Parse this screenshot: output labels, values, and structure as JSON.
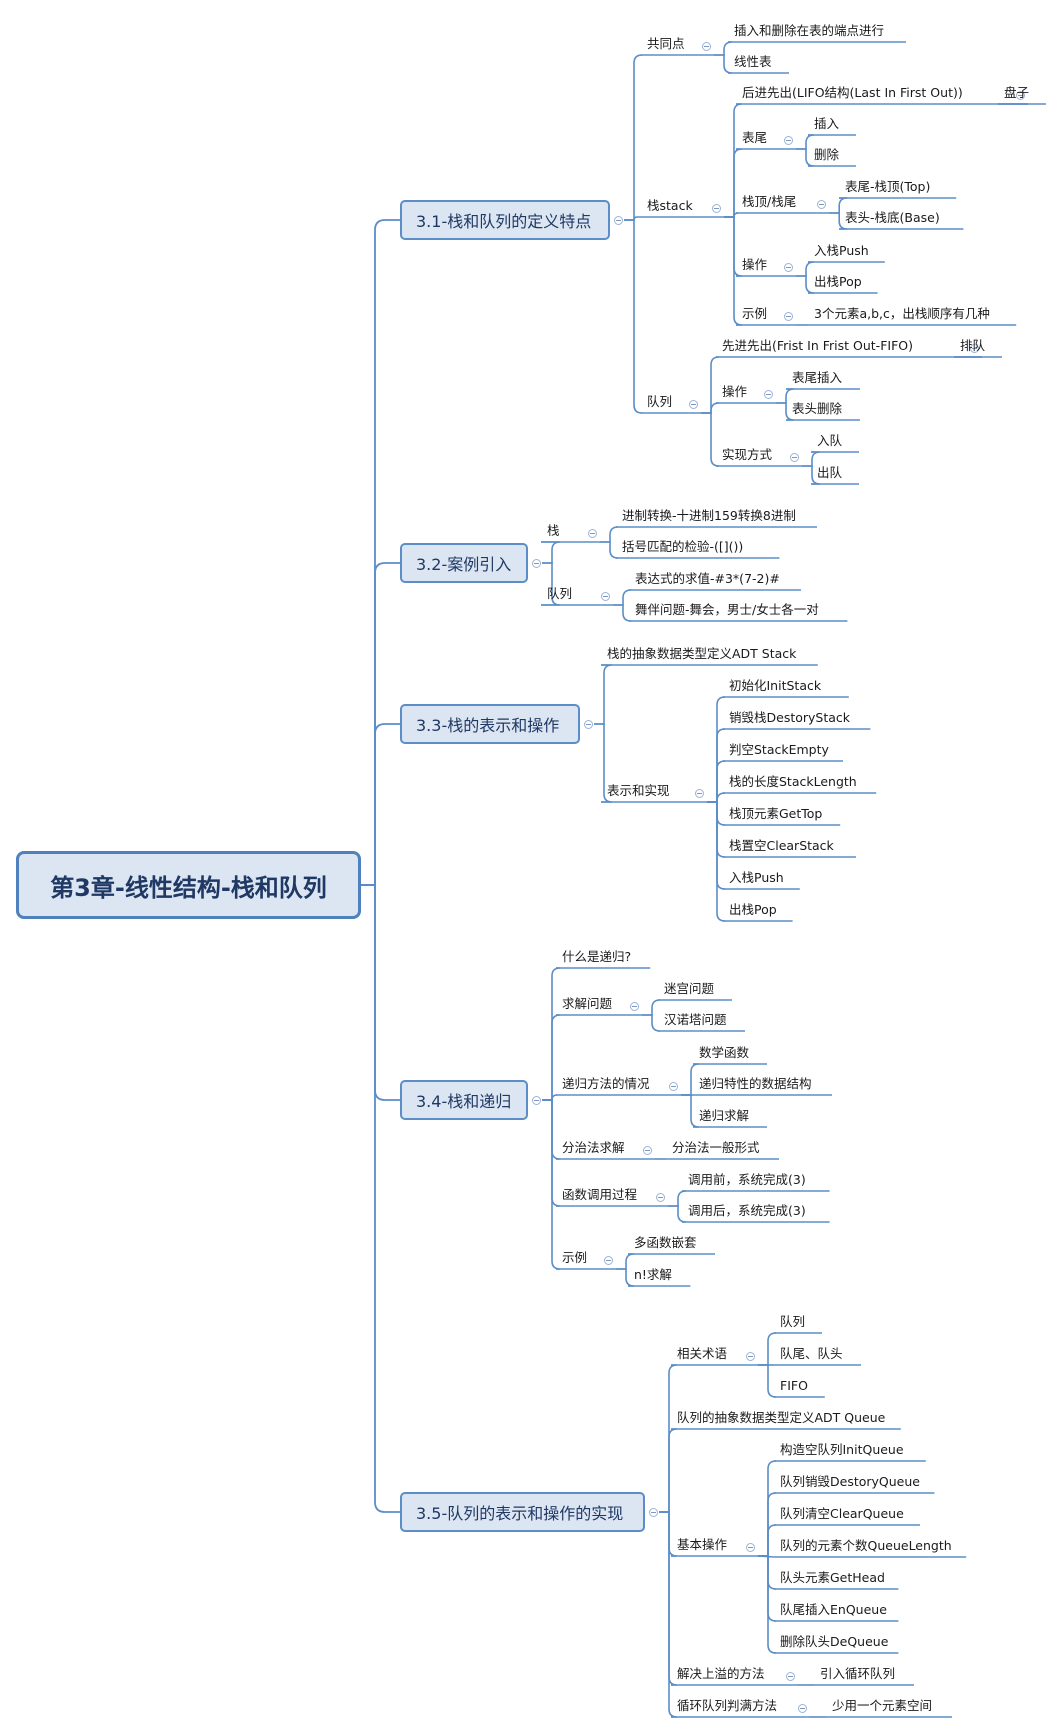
{
  "root": "第3章-线性结构-栈和队列",
  "sections": [
    {
      "label": "3.1-栈和队列的定义特点",
      "children": [
        {
          "label": "共同点",
          "children": [
            {
              "label": "插入和删除在表的端点进行"
            },
            {
              "label": "线性表"
            }
          ]
        },
        {
          "label": "栈stack",
          "children": [
            {
              "label": "后进先出(LIFO结构(Last In First Out))",
              "children": [
                {
                  "label": "盘子"
                }
              ]
            },
            {
              "label": "表尾",
              "children": [
                {
                  "label": "插入"
                },
                {
                  "label": "删除"
                }
              ]
            },
            {
              "label": "栈顶/栈尾",
              "children": [
                {
                  "label": "表尾-栈顶(Top)"
                },
                {
                  "label": "表头-栈底(Base)"
                }
              ]
            },
            {
              "label": "操作",
              "children": [
                {
                  "label": "入栈Push"
                },
                {
                  "label": "出栈Pop"
                }
              ]
            },
            {
              "label": "示例",
              "children": [
                {
                  "label": "3个元素a,b,c，出栈顺序有几种"
                }
              ]
            }
          ]
        },
        {
          "label": "队列",
          "children": [
            {
              "label": "先进先出(Frist In Frist Out-FIFO)",
              "children": [
                {
                  "label": "排队"
                }
              ]
            },
            {
              "label": "操作",
              "children": [
                {
                  "label": "表尾插入"
                },
                {
                  "label": "表头删除"
                }
              ]
            },
            {
              "label": "实现方式",
              "children": [
                {
                  "label": "入队"
                },
                {
                  "label": "出队"
                }
              ]
            }
          ]
        }
      ]
    },
    {
      "label": "3.2-案例引入",
      "children": [
        {
          "label": "栈",
          "children": [
            {
              "label": "进制转换-十进制159转换8进制"
            },
            {
              "label": "括号匹配的检验-([]())"
            }
          ]
        },
        {
          "label": "队列",
          "children": [
            {
              "label": "表达式的求值-#3*(7-2)#"
            },
            {
              "label": "舞伴问题-舞会，男士/女士各一对"
            }
          ]
        }
      ]
    },
    {
      "label": "3.3-栈的表示和操作",
      "children": [
        {
          "label": "栈的抽象数据类型定义ADT Stack"
        },
        {
          "label": "表示和实现",
          "children": [
            {
              "label": "初始化InitStack"
            },
            {
              "label": "销毁栈DestoryStack"
            },
            {
              "label": "判空StackEmpty"
            },
            {
              "label": "栈的长度StackLength"
            },
            {
              "label": "栈顶元素GetTop"
            },
            {
              "label": "栈置空ClearStack"
            },
            {
              "label": "入栈Push"
            },
            {
              "label": "出栈Pop"
            }
          ]
        }
      ]
    },
    {
      "label": "3.4-栈和递归",
      "children": [
        {
          "label": "什么是递归?"
        },
        {
          "label": "求解问题",
          "children": [
            {
              "label": "迷宫问题"
            },
            {
              "label": "汉诺塔问题"
            }
          ]
        },
        {
          "label": "递归方法的情况",
          "children": [
            {
              "label": "数学函数"
            },
            {
              "label": "递归特性的数据结构"
            },
            {
              "label": "递归求解"
            }
          ]
        },
        {
          "label": "分治法求解",
          "children": [
            {
              "label": "分治法一般形式"
            }
          ]
        },
        {
          "label": "函数调用过程",
          "children": [
            {
              "label": "调用前，系统完成(3)"
            },
            {
              "label": "调用后，系统完成(3)"
            }
          ]
        },
        {
          "label": "示例",
          "children": [
            {
              "label": "多函数嵌套"
            },
            {
              "label": "n!求解"
            }
          ]
        }
      ]
    },
    {
      "label": "3.5-队列的表示和操作的实现",
      "children": [
        {
          "label": "相关术语",
          "children": [
            {
              "label": "队列"
            },
            {
              "label": "队尾、队头"
            },
            {
              "label": "FIFO"
            }
          ]
        },
        {
          "label": "队列的抽象数据类型定义ADT Queue"
        },
        {
          "label": "基本操作",
          "children": [
            {
              "label": "构造空队列InitQueue"
            },
            {
              "label": "队列销毁DestoryQueue"
            },
            {
              "label": "队列清空ClearQueue"
            },
            {
              "label": "队列的元素个数QueueLength"
            },
            {
              "label": "队头元素GetHead"
            },
            {
              "label": "队尾插入EnQueue"
            },
            {
              "label": "删除队头DeQueue"
            }
          ]
        },
        {
          "label": "解决上溢的方法",
          "children": [
            {
              "label": "引入循环队列"
            }
          ]
        },
        {
          "label": "循环队列判满方法",
          "children": [
            {
              "label": "少用一个元素空间"
            }
          ]
        }
      ]
    }
  ],
  "colors": {
    "line": "#5b8dc8",
    "box_fill": "#dce6f2",
    "box_border": "#4f81bd",
    "text": "#1a1a1a"
  }
}
